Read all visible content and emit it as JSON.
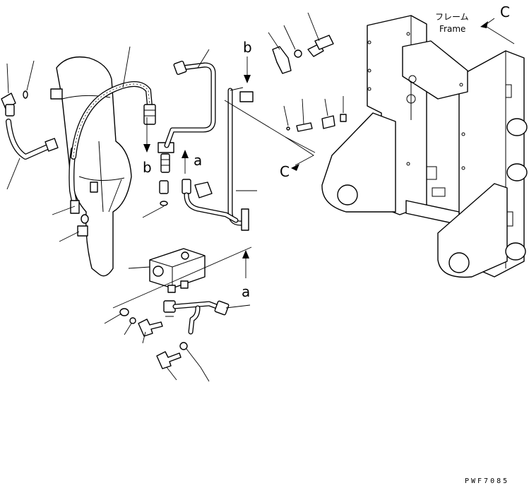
{
  "labels": {
    "view_a_top": "a",
    "view_a_bottom": "a",
    "view_b_top": "b",
    "view_b_bottom": "b",
    "view_c_left": "C",
    "view_c_right": "C",
    "frame_japanese": "フレーム",
    "frame_english": "Frame"
  },
  "drawing_code": "PWF7085"
}
